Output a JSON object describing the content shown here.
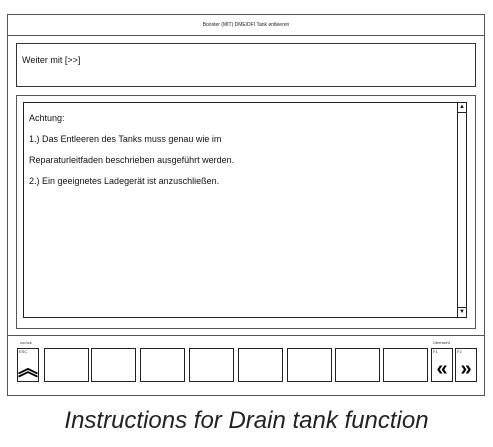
{
  "titlebar": {
    "title": "Booster (MIT) DME/DFI Tank entleeren"
  },
  "instruction": {
    "text": "Weiter mit [>>]"
  },
  "content": {
    "lines": [
      "Achtung:",
      "1.) Das Entleeren des Tanks muss genau wie im",
      "Reparaturleitfaden beschrieben ausgeführt werden.",
      "2.) Ein geeignetes Ladegerät ist anzuschließen."
    ]
  },
  "scrollbar": {
    "up_glyph": "▲",
    "down_glyph": "▼"
  },
  "fnbar": {
    "left_group_label": "zurück",
    "right_group_label": "Übersicht",
    "esc_label": "ESC",
    "esc_glyph": "︽",
    "f1_label": "F1",
    "f1_glyph": "«",
    "f2_label": "F2",
    "f2_glyph": "»"
  },
  "caption": "Instructions for Drain tank function"
}
